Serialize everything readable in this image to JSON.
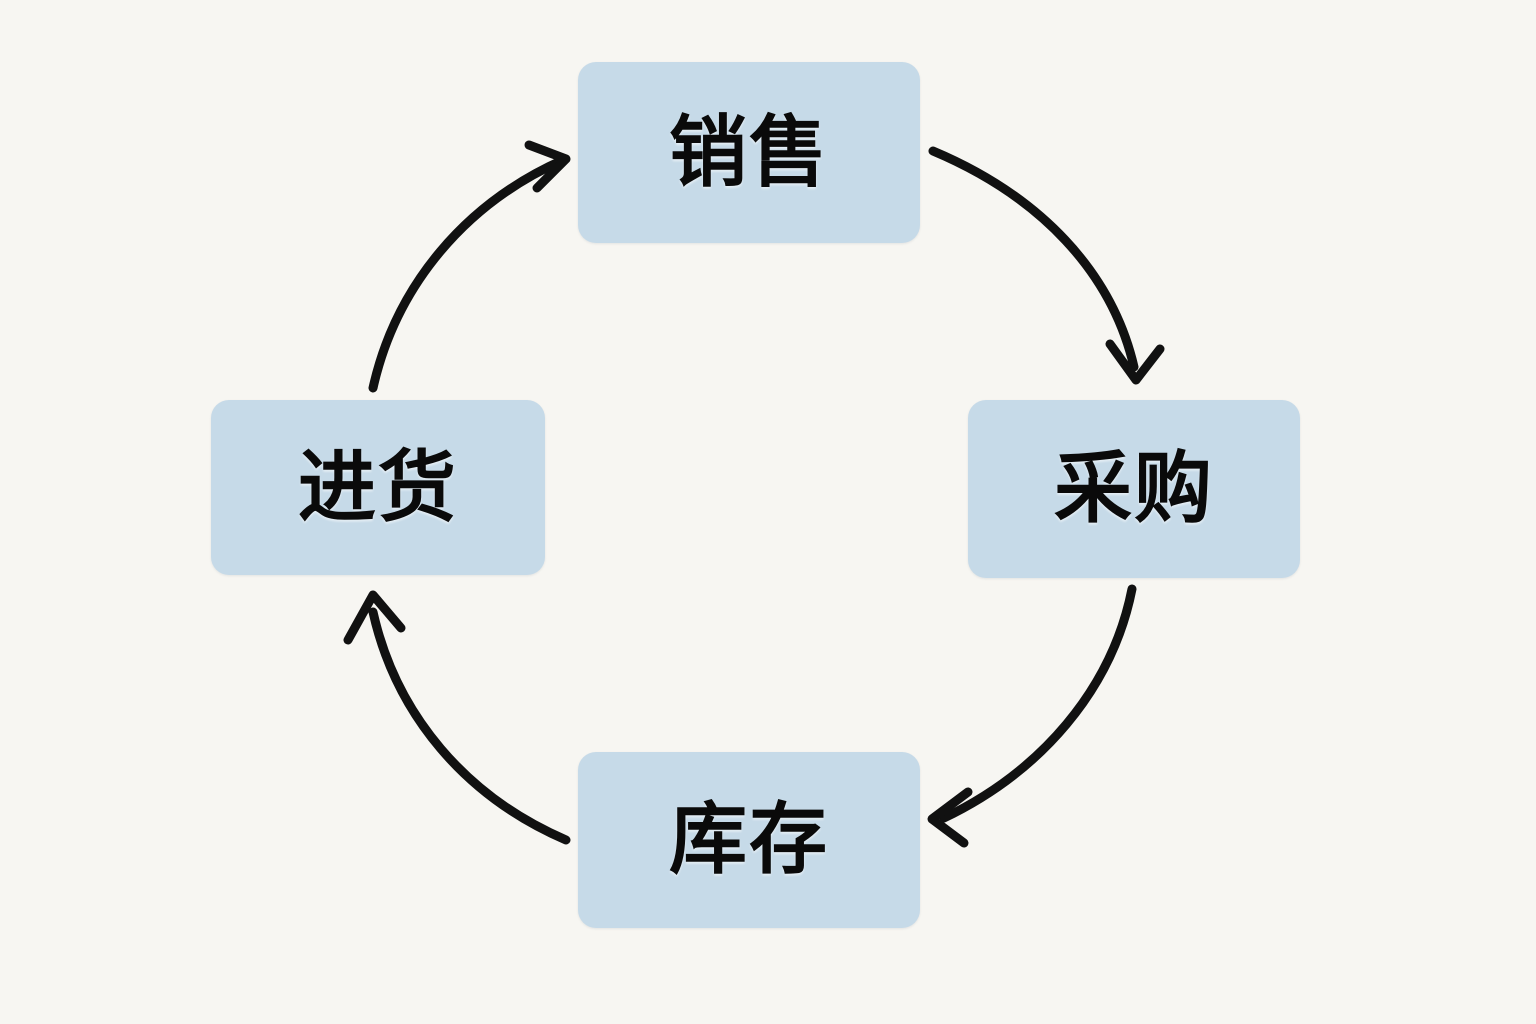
{
  "diagram": {
    "type": "cycle-flow",
    "background_color": "#f7f6f2",
    "node_fill_color": "#c6dae8",
    "arrow_color": "#111111",
    "text_color": "#0a0a0a",
    "nodes": [
      {
        "id": "sales",
        "label": "销售",
        "position": "top"
      },
      {
        "id": "purchase",
        "label": "采购",
        "position": "right"
      },
      {
        "id": "inventory",
        "label": "库存",
        "position": "bottom"
      },
      {
        "id": "restock",
        "label": "进货",
        "position": "left"
      }
    ],
    "edges": [
      {
        "id": "sales-to-purchase",
        "from": "销售",
        "to": "采购",
        "direction": "clockwise"
      },
      {
        "id": "purchase-to-inventory",
        "from": "采购",
        "to": "库存",
        "direction": "clockwise"
      },
      {
        "id": "inventory-to-restock",
        "from": "库存",
        "to": "进货",
        "direction": "clockwise"
      },
      {
        "id": "restock-to-sales",
        "from": "进货",
        "to": "销售",
        "direction": "clockwise"
      }
    ]
  }
}
